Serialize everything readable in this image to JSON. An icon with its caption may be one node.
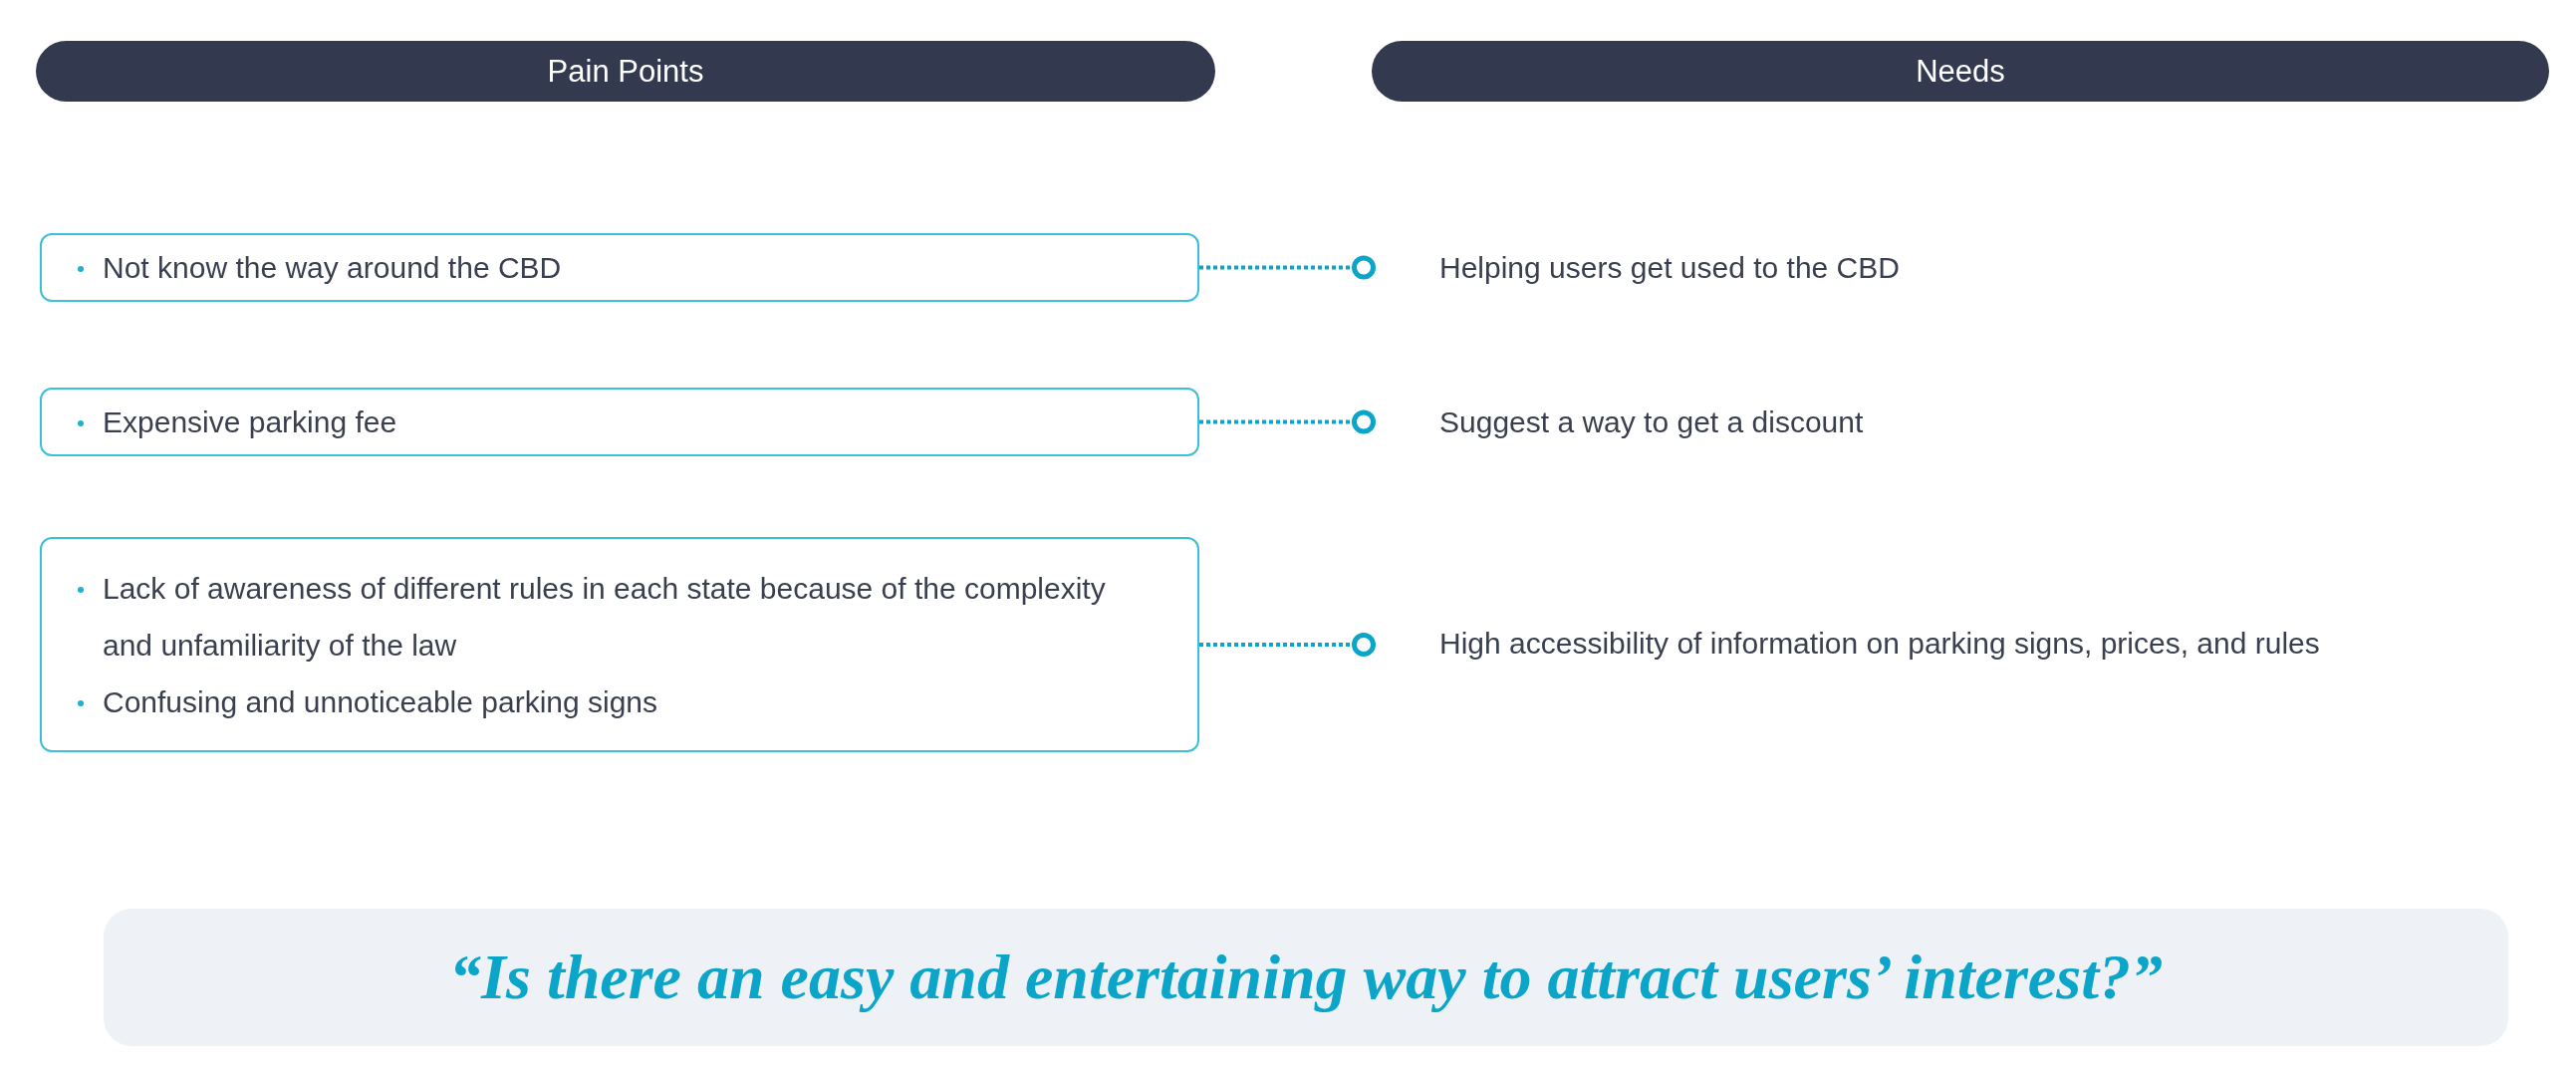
{
  "diagram": {
    "nodes": [
      {
        "text": [
          "Pain Points"
        ]
      },
      {
        "text": [
          "Needs"
        ]
      },
      {
        "text": [
          "Not know the way around the CBD"
        ]
      },
      {
        "text": [
          "Expensive parking fee"
        ]
      },
      {
        "text": [
          "Lack of awareness of different rules in each state because of the complexity and unfamiliarity of the law",
          "Confusing and unnoticeable parking signs"
        ]
      },
      {
        "text": [
          "Helping users get used to the CBD"
        ]
      },
      {
        "text": [
          "Suggest a way to get a discount"
        ]
      },
      {
        "text": [
          "High accessibility of information on parking signs, prices, and rules"
        ]
      },
      {
        "text": [
          "“Is there an easy and entertaining way to attract users’ interest?”"
        ]
      }
    ],
    "edges": [
      {
        "from": 2,
        "to": 5,
        "arrow": "other",
        "style": "dashed"
      },
      {
        "from": 3,
        "to": 6,
        "arrow": "other",
        "style": "dashed"
      },
      {
        "from": 4,
        "to": 7,
        "arrow": "other",
        "style": "dashed"
      }
    ]
  }
}
